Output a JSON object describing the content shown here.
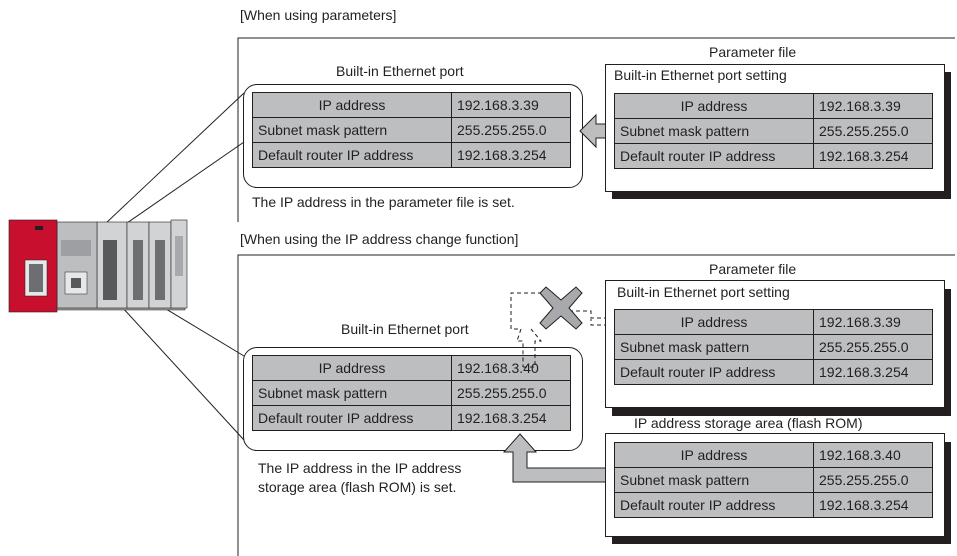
{
  "diagram": {
    "section1": {
      "heading": "[When using parameters]",
      "port_title": "Built-in Ethernet port",
      "param_file_title": "Parameter file",
      "port_setting_title": "Built-in Ethernet port setting",
      "caption": "The IP address in the parameter file is set.",
      "port_rows": [
        {
          "label": "IP address",
          "value": "192.168.3.39"
        },
        {
          "label": "Subnet mask pattern",
          "value": "255.255.255.0"
        },
        {
          "label": "Default router IP address",
          "value": "192.168.3.254"
        }
      ],
      "param_rows": [
        {
          "label": "IP address",
          "value": "192.168.3.39"
        },
        {
          "label": "Subnet mask pattern",
          "value": "255.255.255.0"
        },
        {
          "label": "Default router IP address",
          "value": "192.168.3.254"
        }
      ]
    },
    "section2": {
      "heading": "[When using the IP address change function]",
      "port_title": "Built-in Ethernet port",
      "param_file_title": "Parameter file",
      "port_setting_title": "Built-in Ethernet port setting",
      "storage_title": "IP address storage area (flash ROM)",
      "caption_line1": "The IP address in the IP address",
      "caption_line2": "storage area (flash ROM) is set.",
      "port_rows": [
        {
          "label": "IP address",
          "value": "192.168.3.40"
        },
        {
          "label": "Subnet mask pattern",
          "value": "255.255.255.0"
        },
        {
          "label": "Default router IP address",
          "value": "192.168.3.254"
        }
      ],
      "param_rows": [
        {
          "label": "IP address",
          "value": "192.168.3.39"
        },
        {
          "label": "Subnet mask pattern",
          "value": "255.255.255.0"
        },
        {
          "label": "Default router IP address",
          "value": "192.168.3.254"
        }
      ],
      "storage_rows": [
        {
          "label": "IP address",
          "value": "192.168.3.40"
        },
        {
          "label": "Subnet mask pattern",
          "value": "255.255.255.0"
        },
        {
          "label": "Default router IP address",
          "value": "192.168.3.254"
        }
      ]
    },
    "colors": {
      "cell_fill": "#bcbec0",
      "arrow_fill": "#bcbec0",
      "line": "#231f20",
      "cpu_red": "#c8102e",
      "cross_fill": "#a7a9ac"
    },
    "icons": [
      "plc-module-illustration",
      "block-arrow-icon",
      "cross-mark-icon"
    ]
  }
}
